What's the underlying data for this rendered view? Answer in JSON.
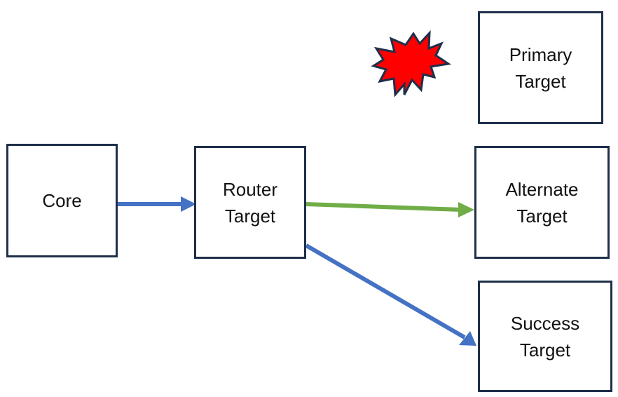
{
  "diagram": {
    "nodes": {
      "core": {
        "label": "Core"
      },
      "router": {
        "label": "Router\nTarget"
      },
      "primary": {
        "label": "Primary\nTarget"
      },
      "alternate": {
        "label": "Alternate\nTarget"
      },
      "success": {
        "label": "Success\nTarget"
      }
    },
    "edges": [
      {
        "from": "core",
        "to": "router",
        "color": "#4472c4"
      },
      {
        "from": "router",
        "to": "alternate",
        "color": "#70ad47"
      },
      {
        "from": "router",
        "to": "success",
        "color": "#4472c4"
      }
    ],
    "failure_marker": {
      "icon": "explosion-icon",
      "fill": "#ff0000",
      "stroke": "#1f2f4a"
    },
    "colors": {
      "node_border": "#1f2f4a",
      "node_fill": "#ffffff",
      "text": "#111111"
    }
  }
}
